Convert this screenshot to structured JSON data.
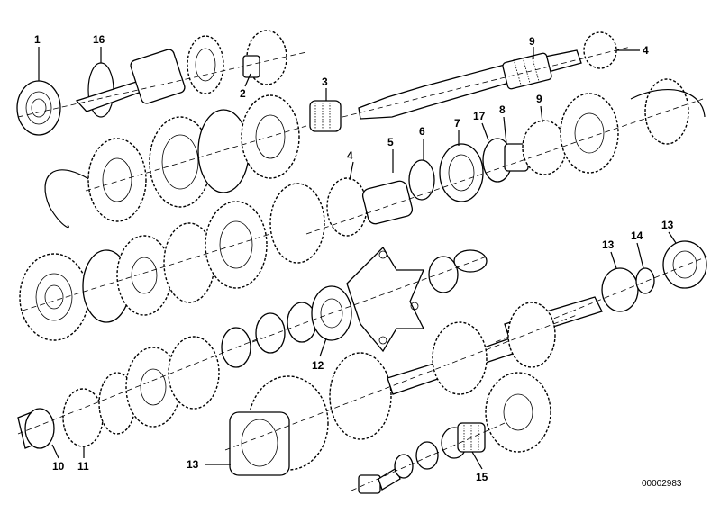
{
  "callouts": {
    "c1": "1",
    "c16": "16",
    "c2": "2",
    "c3": "3",
    "c4a": "4",
    "c9a": "9",
    "c4b": "4",
    "c5": "5",
    "c6": "6",
    "c7": "7",
    "c17": "17",
    "c8": "8",
    "c9b": "9",
    "c13a": "13",
    "c14": "14",
    "c13b": "13",
    "c12": "12",
    "c10": "10",
    "c11": "11",
    "c13c": "13",
    "c15": "15"
  },
  "drawing_code": "00002983"
}
